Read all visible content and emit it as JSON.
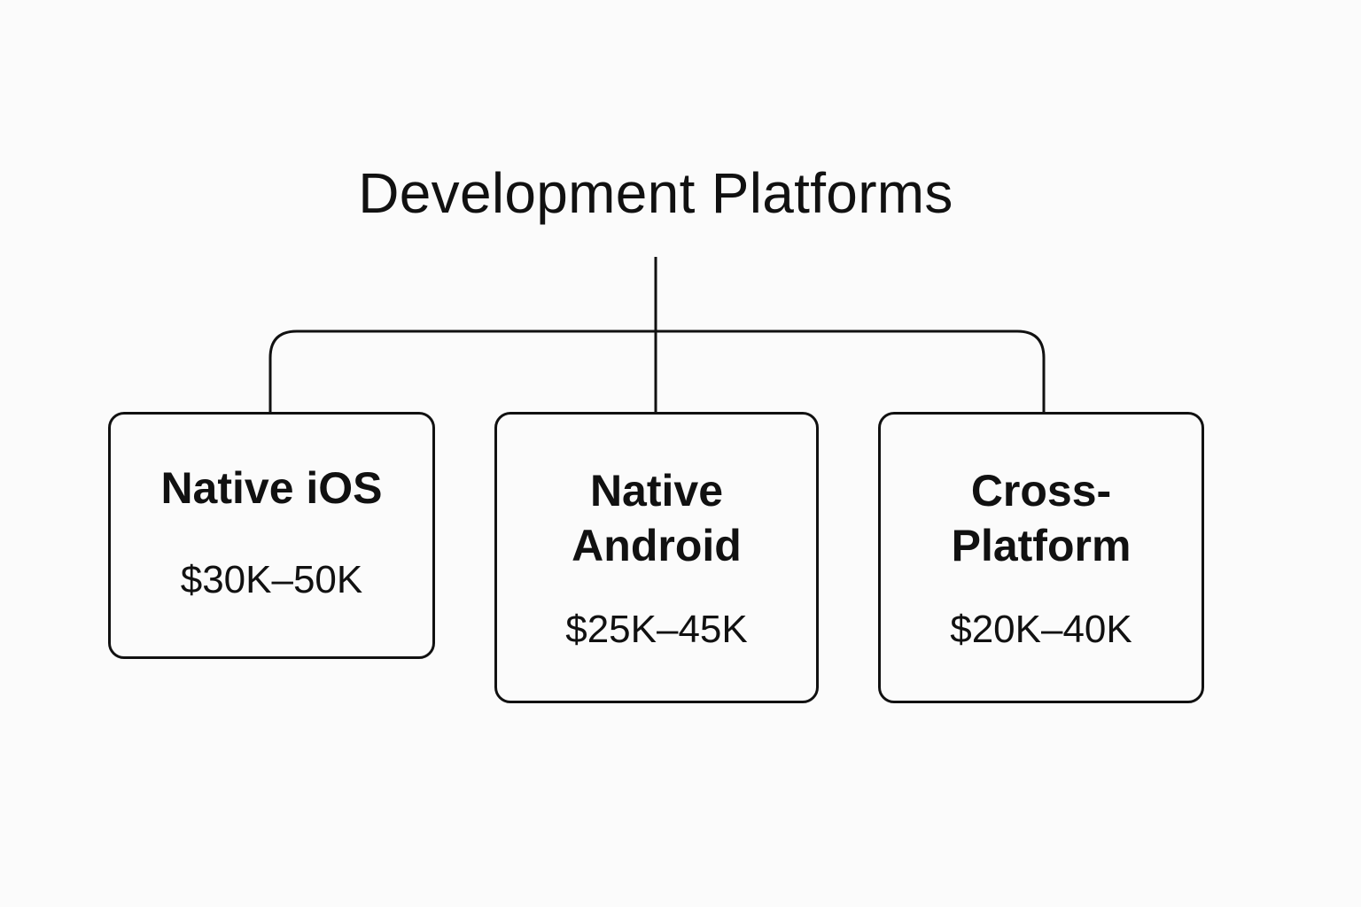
{
  "diagram": {
    "title": "Development Platforms",
    "platforms": [
      {
        "name": "Native iOS",
        "cost": "$30K–50K"
      },
      {
        "name_line1": "Native",
        "name_line2": "Android",
        "cost": "$25K–45K"
      },
      {
        "name_line1": "Cross-",
        "name_line2": "Platform",
        "cost": "$20K–40K"
      }
    ]
  }
}
